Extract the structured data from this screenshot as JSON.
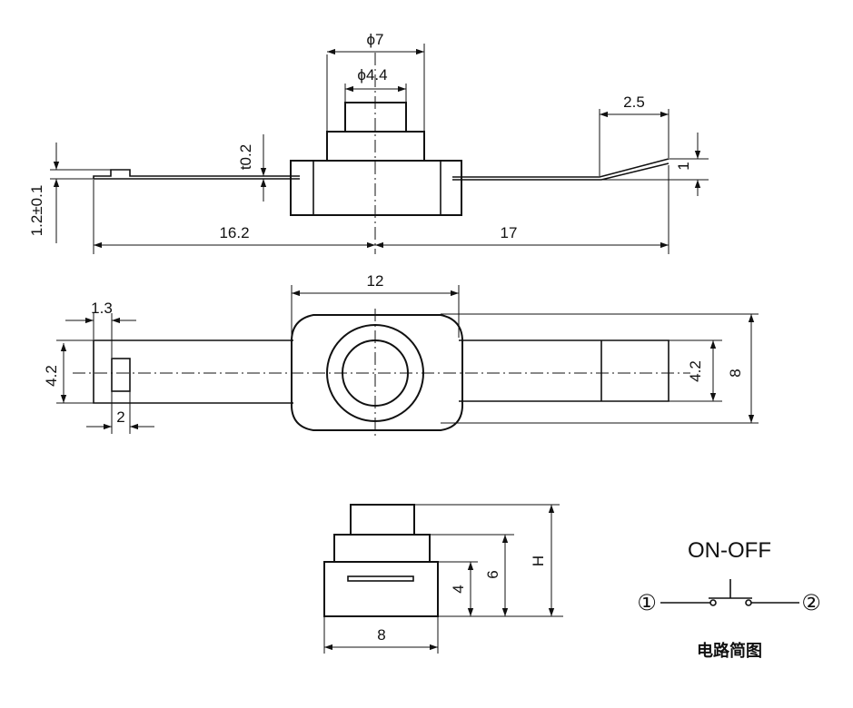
{
  "side_view": {
    "phi_outer": "ϕ7",
    "phi_inner": "ϕ4.4",
    "terminal_width_right": "2.5",
    "thickness": "t0.2",
    "tolerance_height": "1.2±0.1",
    "bend_height": "1",
    "left_length": "16.2",
    "right_length": "17"
  },
  "top_view": {
    "body_width": "12",
    "tab_offset": "1.3",
    "left_width": "4.2",
    "slot_width": "2",
    "right_width": "4.2",
    "total_height": "8"
  },
  "front_view": {
    "button_height": "H",
    "mid_height": "6",
    "base_height": "4",
    "base_width": "8"
  },
  "circuit": {
    "title": "ON-OFF",
    "terminal_1": "①",
    "terminal_2": "②",
    "caption": "电路简图"
  }
}
